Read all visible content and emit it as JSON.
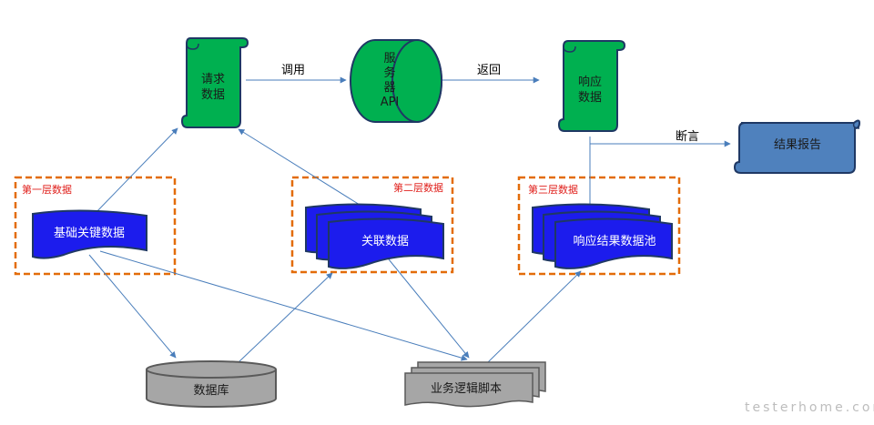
{
  "nodes": {
    "request_data": {
      "line1": "请求",
      "line2": "数据"
    },
    "server_api": {
      "line1": "服",
      "line2": "务",
      "line3": "器",
      "line4": "API"
    },
    "response_data": {
      "line1": "响应",
      "line2": "数据"
    },
    "result_report": "结果报告",
    "base_key_data": "基础关键数据",
    "related_data": "关联数据",
    "response_pool": "响应结果数据池",
    "database": "数据库",
    "logic_script": "业务逻辑脚本"
  },
  "layers": {
    "first": "第一层数据",
    "second": "第二层数据",
    "third": "第三层数据"
  },
  "edges": {
    "call": "调用",
    "return": "返回",
    "assert": "断言"
  },
  "watermark": "testerhome.com",
  "colors": {
    "green": "#00b050",
    "navy_edge": "#1f3864",
    "blue_fill": "#1c1ced",
    "report_fill": "#4f81bd",
    "gray_fill": "#a6a6a6",
    "arrow": "#4a7ebb",
    "dash": "#e36c09"
  }
}
